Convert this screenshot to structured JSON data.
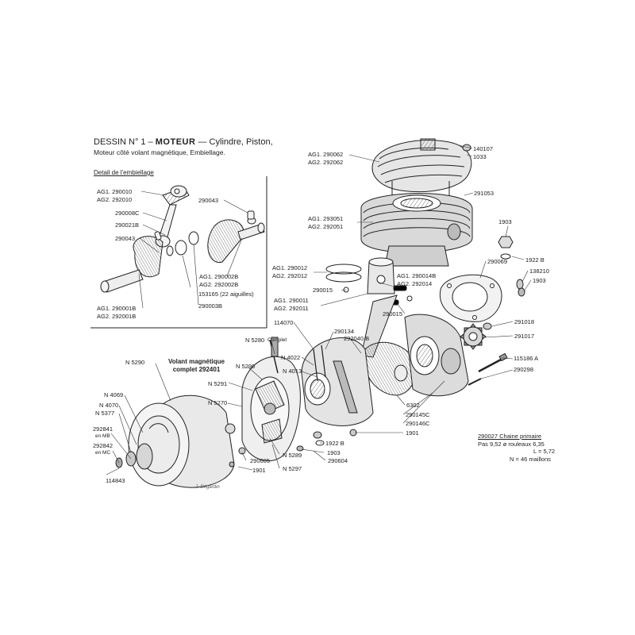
{
  "title": {
    "heading": "DESSIN N° 1 –",
    "subject": "MOTEUR",
    "rest": "— Cylindre, Piston,",
    "line2": "Moteur côté volant magnétique, Embiellage."
  },
  "inset": {
    "heading": "Detail de l'embiellage",
    "labels": {
      "l_290010": "AG1. 290010",
      "l_292010": "AG2. 292010",
      "l_290043a": "290043",
      "l_290008c": "290008C",
      "l_290021b": "290021B",
      "l_290043b": "290043",
      "l_290002b": "AG1. 290002B",
      "l_292002b": "AG2. 292002B",
      "l_153165": "153165 (22 aiguilles)",
      "l_290003b": "290003B",
      "l_290001b": "AG1. 290001B",
      "l_292001b": "AG2. 292001B"
    }
  },
  "labels": {
    "l_140107": "140107",
    "l_1033": "1033",
    "l_290062": "AG1. 290062",
    "l_292062": "AG2. 292062",
    "l_291053": "291053",
    "l_293051": "AG1. 293051",
    "l_292051": "AG2. 292051",
    "l_1903a": "1903",
    "l_1922ba": "1922 B",
    "l_138210": "138210",
    "l_1903b": "1903",
    "l_290069": "290069",
    "l_290012": "AG1. 290012",
    "l_292012": "AG2. 292012",
    "l_290014": "AG1. 290014B",
    "l_292014": "AG2. 292014",
    "l_290011": "AG1. 290011",
    "l_292011": "AG2. 292011",
    "l_290015a": "290015",
    "l_290015b": "290015",
    "l_114070": "114070",
    "l_290134": "290134",
    "l_290040b": "292040 B",
    "l_291018": "291018",
    "l_291017": "291017",
    "l_115186a": "115186 A",
    "l_290298": "290298",
    "l_n5280": "N 5280",
    "l_complet": "Complet",
    "l_n4022": "N 4022",
    "l_n4013": "N 4013",
    "l_n5296": "N 5296",
    "l_n5290": "N 5290",
    "l_n5291": "N 5291",
    "l_n5270": "N 5270",
    "l_n4069": "N 4069",
    "l_n4070": "N 4070",
    "l_n5377": "N 5377",
    "l_292841": "292841",
    "l_enmb": "en MB",
    "l_292842": "292842",
    "l_enmc": "en MC",
    "l_114843": "114843",
    "l_290605": "290605",
    "l_1901a": "1901",
    "l_n5289": "N 5289",
    "l_n5297": "N 5297",
    "l_1922bb": "1922 B",
    "l_1903c": "1903",
    "l_290604": "290604",
    "l_6302": "6302",
    "l_290145c": "290145C",
    "l_290146c": "290146C",
    "l_1901b": "1901",
    "l_signature": "J. Dégardin"
  },
  "hub_label": {
    "line1": "Volant magnétique",
    "line2": "complet 292401"
  },
  "chain_note": {
    "line1": "290027 Chaine primaire",
    "line2": "Pas 9,52  ø rouleaux 6,35",
    "line3": "L = 5,72",
    "line4": "N = 46 maillons"
  }
}
